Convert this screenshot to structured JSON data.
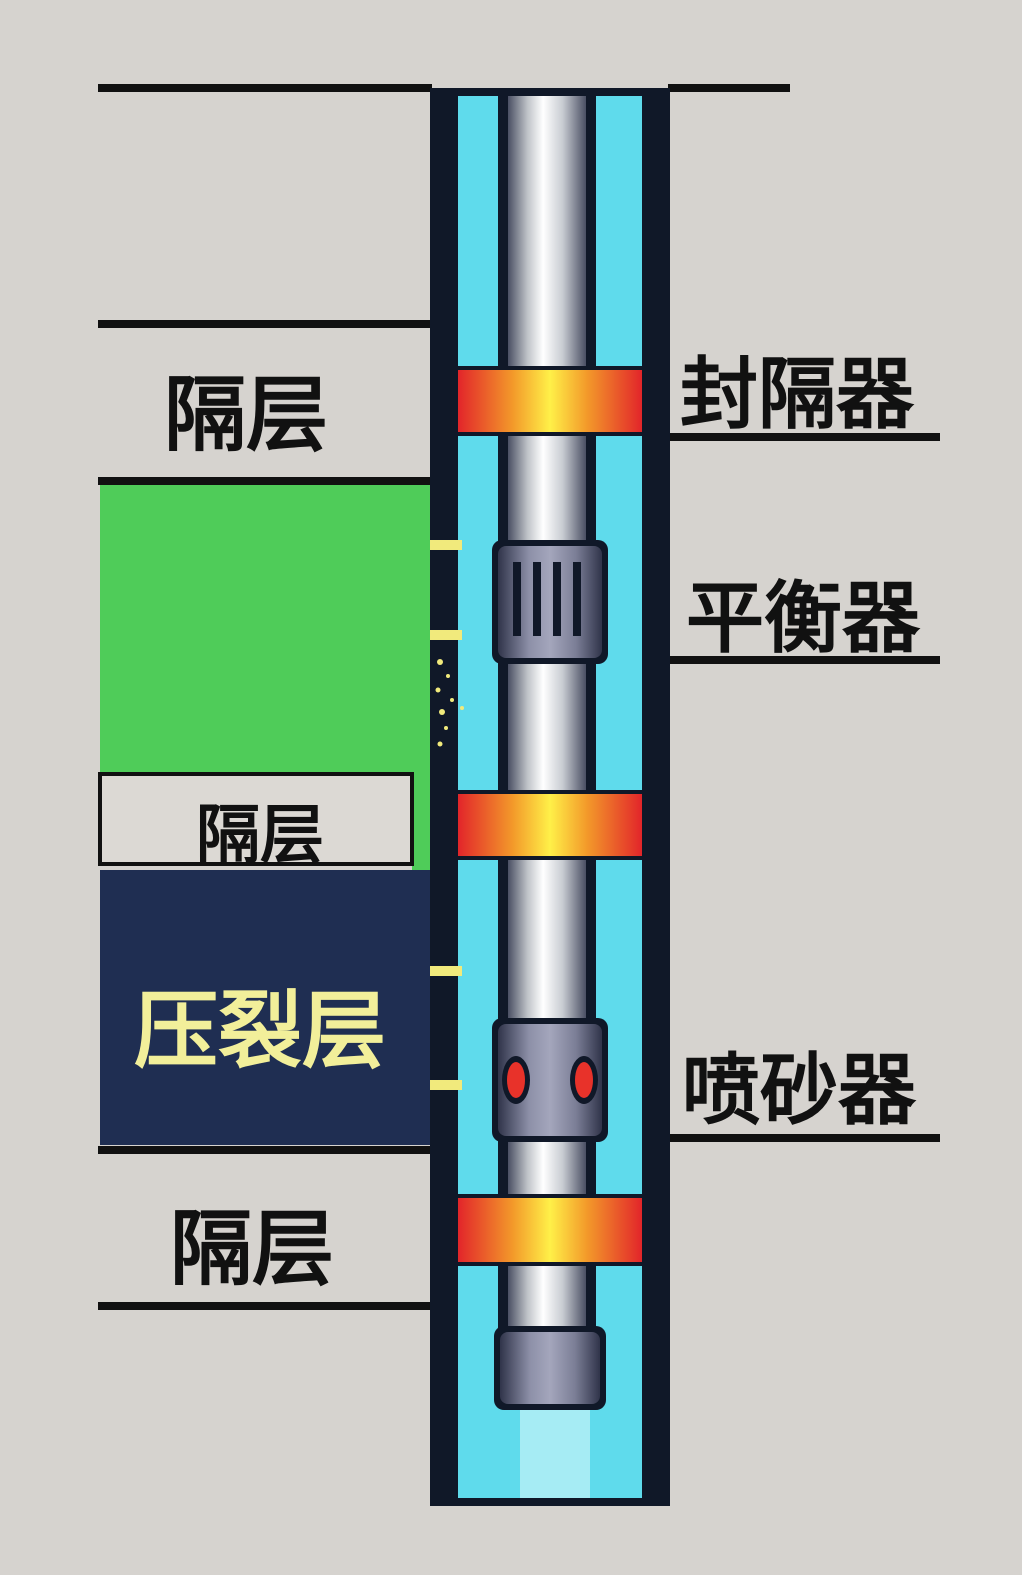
{
  "diagram": {
    "layers": {
      "barrier_top": "隔层",
      "barrier_middle": "隔层",
      "frac_layer": "压裂层",
      "barrier_bottom": "隔层"
    },
    "tools": {
      "packer": "封隔器",
      "balancer": "平衡器",
      "sand_jet": "喷砂器"
    },
    "colors": {
      "background": "#d6d3cf",
      "casing": "#101828",
      "annulus": "#5fdbec",
      "green_zone": "#4fcc59",
      "frac_zone": "#1f2e52",
      "frac_label": "#f2ef9a",
      "packer": "#e8322a"
    }
  }
}
